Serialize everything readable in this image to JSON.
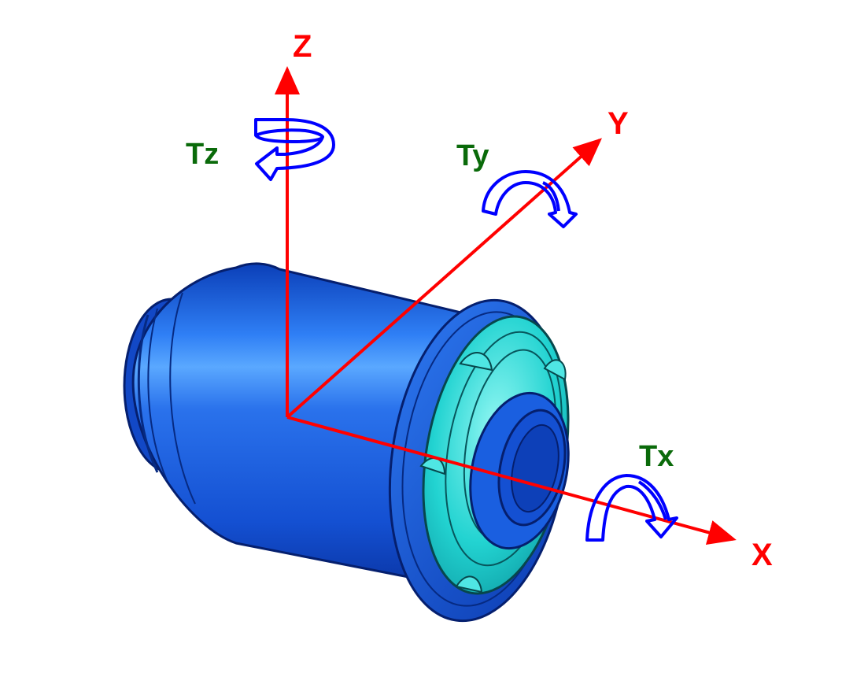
{
  "axes": {
    "x_label": "X",
    "y_label": "Y",
    "z_label": "Z"
  },
  "torques": {
    "tx_label": "Tx",
    "ty_label": "Ty",
    "tz_label": "Tz"
  },
  "colors": {
    "axis": "#ff0000",
    "torque_label": "#0a6a0a",
    "torque_arrow": "#0000ff",
    "body": "#1a5fe0",
    "insert": "#18d2d2"
  }
}
